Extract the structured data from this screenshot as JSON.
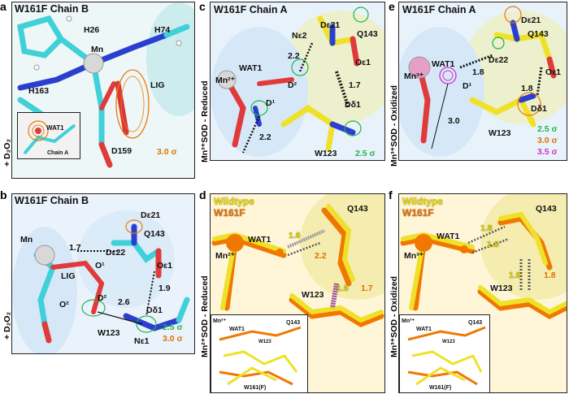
{
  "figure": {
    "side_d2o": "+ D₂O₂",
    "panels": {
      "a": {
        "letter": "a",
        "title": "W161F Chain B",
        "labels": {
          "h26": "H26",
          "h74": "H74",
          "mn": "Mn",
          "h163": "H163",
          "lig": "LIG",
          "d159": "D159"
        },
        "inset": {
          "wat1": "WAT1",
          "chain": "Chain A"
        },
        "sigma": "3.0 σ"
      },
      "b": {
        "letter": "b",
        "title": "W161F Chain B",
        "labels": {
          "mn": "Mn",
          "dE21": "Dε21",
          "q143": "Q143",
          "dE22": "Dε22",
          "o1": "O¹",
          "oE1": "Oε1",
          "lig": "LIG",
          "o2": "O²",
          "d2": "D²",
          "dD1": "Dδ1",
          "w123": "W123",
          "nE1": "Nε1"
        },
        "distances": [
          "1.7",
          "2.6",
          "1.9"
        ],
        "sigma": [
          "2.5 σ",
          "3.0 σ"
        ]
      },
      "c": {
        "letter": "c",
        "title": "W161F Chain A",
        "side": "Mn³⁺SOD - Reduced",
        "labels": {
          "dE21": "Dε21",
          "ne2": "Nε2",
          "q143": "Q143",
          "wat1": "WAT1",
          "mn2": "Mn²⁺",
          "d2": "D²",
          "oE1": "Oε1",
          "d1": "D¹",
          "dD1": "Dδ1",
          "w123": "W123"
        },
        "distances": [
          "2.2",
          "1.7",
          "2.2"
        ],
        "sigma": [
          "2.5 σ"
        ]
      },
      "d": {
        "letter": "d",
        "side": "Mn²⁺SOD - Reduced",
        "legend": [
          "Wildtype",
          "W161F"
        ],
        "labels": {
          "q143": "Q143",
          "wat1": "WAT1",
          "mn2": "Mn²⁺",
          "w123": "W123"
        },
        "distances": [
          "1.6",
          "2.2",
          "1.5",
          "1.7"
        ],
        "inset": {
          "mn": "Mn²⁺",
          "wat1": "WAT1",
          "q143": "Q143",
          "w123": "W123",
          "w161": "W161(F)"
        }
      },
      "e": {
        "letter": "e",
        "title": "W161F Chain A",
        "side": "Mn³⁺SOD - Oxidized",
        "labels": {
          "dE21": "Dε21",
          "q143": "Q143",
          "wat1": "WAT1",
          "dE22": "Dε22",
          "mn3": "Mn³⁺",
          "oE1": "Oε1",
          "d1": "D¹",
          "dD1": "Dδ1",
          "w123": "W123"
        },
        "distances": [
          "1.8",
          "1.8",
          "3.0"
        ],
        "sigma": [
          "2.5 σ",
          "3.0 σ",
          "3.5 σ"
        ]
      },
      "f": {
        "letter": "f",
        "side": "Mn³⁺SOD - Oxidized",
        "legend": [
          "Wildtype",
          "W161F"
        ],
        "labels": {
          "q143": "Q143",
          "wat1": "WAT1",
          "mn3": "Mn³⁺",
          "w123": "W123"
        },
        "distances": [
          "1.8",
          "1.8",
          "1.9",
          "1.8"
        ],
        "inset": {
          "mn": "Mn³⁺",
          "wat1": "WAT1",
          "q143": "Q143",
          "w123": "W123",
          "w161": "W161(F)"
        }
      }
    }
  },
  "colors": {
    "cyan": "#3fd0d8",
    "blue": "#2a3fd0",
    "red": "#e03a3a",
    "orange": "#f07800",
    "yellow": "#efe12a",
    "green": "#21b24a",
    "magenta": "#cc33cc",
    "mesh": "#9ec8ef"
  }
}
